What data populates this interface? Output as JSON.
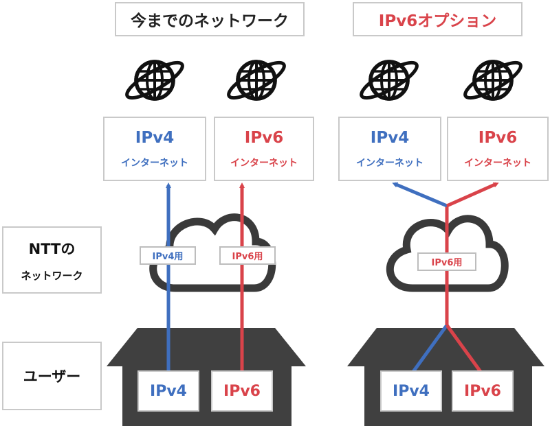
{
  "legacy": {
    "title": "今までのネットワーク",
    "ipv4": {
      "proto": "IPv4",
      "sub": "インターネット"
    },
    "ipv6": {
      "proto": "IPv6",
      "sub": "インターネット"
    },
    "tag_v4": "IPv4用",
    "tag_v6": "IPv6用",
    "device_v4": "IPv4",
    "device_v6": "IPv6"
  },
  "option": {
    "title": "IPv6オプション",
    "ipv4": {
      "proto": "IPv4",
      "sub": "インターネット"
    },
    "ipv6": {
      "proto": "IPv6",
      "sub": "インターネット"
    },
    "tag_v6": "IPv6用",
    "device_v4": "IPv4",
    "device_v6": "IPv6"
  },
  "side": {
    "ntt_line1": "NTTの",
    "ntt_line2": "ネットワーク",
    "user": "ユーザー"
  },
  "colors": {
    "ipv4": "#3f6fbf",
    "ipv6": "#d9434a",
    "dark": "#3a3a3a",
    "border": "#c9c9c9"
  },
  "icons": [
    "globe-icon",
    "cloud-icon",
    "house-icon"
  ]
}
